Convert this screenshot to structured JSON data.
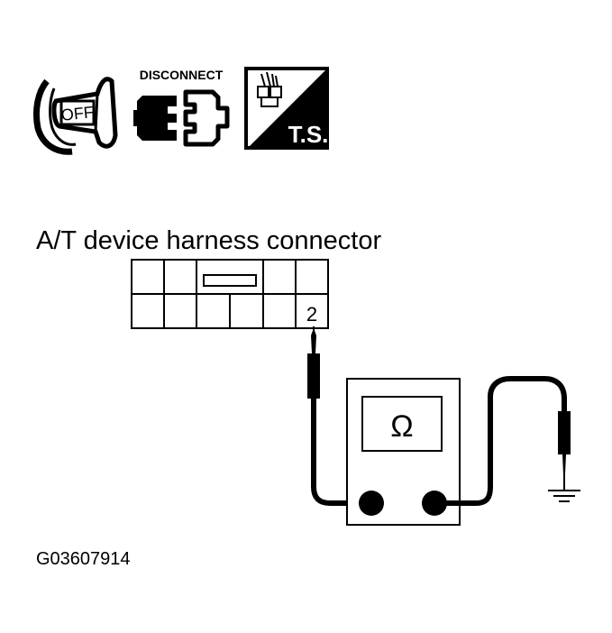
{
  "icons": {
    "ignition": {
      "name": "ignition-key-icon",
      "text": "OFF"
    },
    "disconnect": {
      "name": "disconnect-connector-icon",
      "text": "DISCONNECT"
    },
    "ts": {
      "name": "terminal-side-icon",
      "text": "T.S."
    }
  },
  "connector": {
    "title": "A/T device harness connector",
    "pin_label": "2"
  },
  "meter": {
    "symbol": "Ω"
  },
  "figure_code": "G03607914"
}
